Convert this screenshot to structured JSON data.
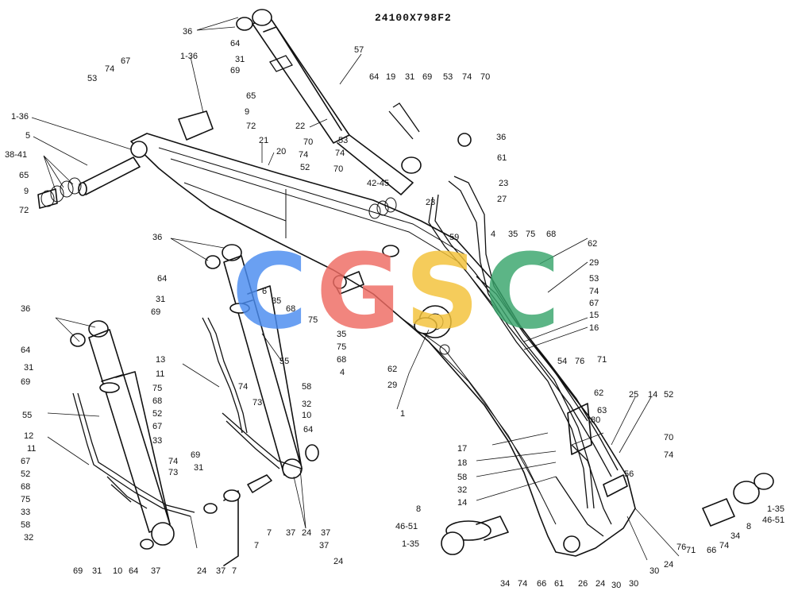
{
  "drawing_number": "24100X798F2",
  "watermark": {
    "letters": [
      {
        "char": "C",
        "color": "#4a8cf0"
      },
      {
        "char": "G",
        "color": "#ee6b62"
      },
      {
        "char": "S",
        "color": "#f3c238"
      },
      {
        "char": "C",
        "color": "#39a56c"
      }
    ]
  },
  "callouts": [
    "36",
    "64",
    "31",
    "69",
    "1-36",
    "67",
    "74",
    "53",
    "65",
    "9",
    "72",
    "57",
    "1-36",
    "5",
    "38-41",
    "65",
    "9",
    "72",
    "22",
    "21",
    "20",
    "64",
    "19",
    "31",
    "69",
    "53",
    "74",
    "70",
    "36",
    "70",
    "74",
    "52",
    "53",
    "74",
    "70",
    "61",
    "42-45",
    "23",
    "23",
    "27",
    "59",
    "4",
    "35",
    "75",
    "68",
    "62",
    "29",
    "53",
    "74",
    "67",
    "15",
    "16",
    "36",
    "64",
    "31",
    "69",
    "6",
    "35",
    "68",
    "75",
    "35",
    "75",
    "68",
    "4",
    "62",
    "29",
    "36",
    "64",
    "31",
    "69",
    "55",
    "12",
    "11",
    "67",
    "52",
    "68",
    "75",
    "33",
    "58",
    "32",
    "13",
    "11",
    "75",
    "68",
    "52",
    "67",
    "33",
    "74",
    "73",
    "58",
    "32",
    "10",
    "64",
    "55",
    "69",
    "31",
    "7",
    "37",
    "24",
    "37",
    "7",
    "37",
    "24",
    "74",
    "73",
    "69",
    "31",
    "10",
    "64",
    "37",
    "24",
    "37",
    "7",
    "1",
    "54",
    "76",
    "71",
    "62",
    "63",
    "80",
    "25",
    "14",
    "52",
    "17",
    "18",
    "58",
    "32",
    "14",
    "70",
    "74",
    "56",
    "1-35",
    "46-51",
    "8",
    "34",
    "74",
    "66",
    "71",
    "76",
    "24",
    "30",
    "30",
    "8",
    "46-51",
    "1-35",
    "34",
    "74",
    "66",
    "61",
    "26",
    "24",
    "30"
  ]
}
